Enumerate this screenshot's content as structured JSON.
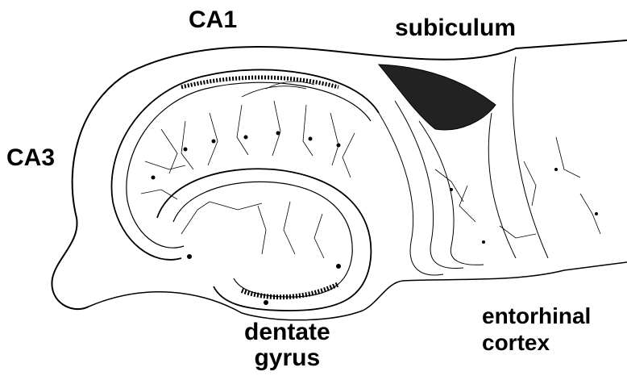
{
  "labels": {
    "ca1": "CA1",
    "subiculum": "subiculum",
    "ca3": "CA3",
    "dentate_gyrus": [
      "dentate",
      "gyrus"
    ],
    "entorhinal_cortex": [
      "entorhinal",
      "cortex"
    ]
  },
  "colors": {
    "ink": "#000000",
    "background": "#ffffff"
  }
}
